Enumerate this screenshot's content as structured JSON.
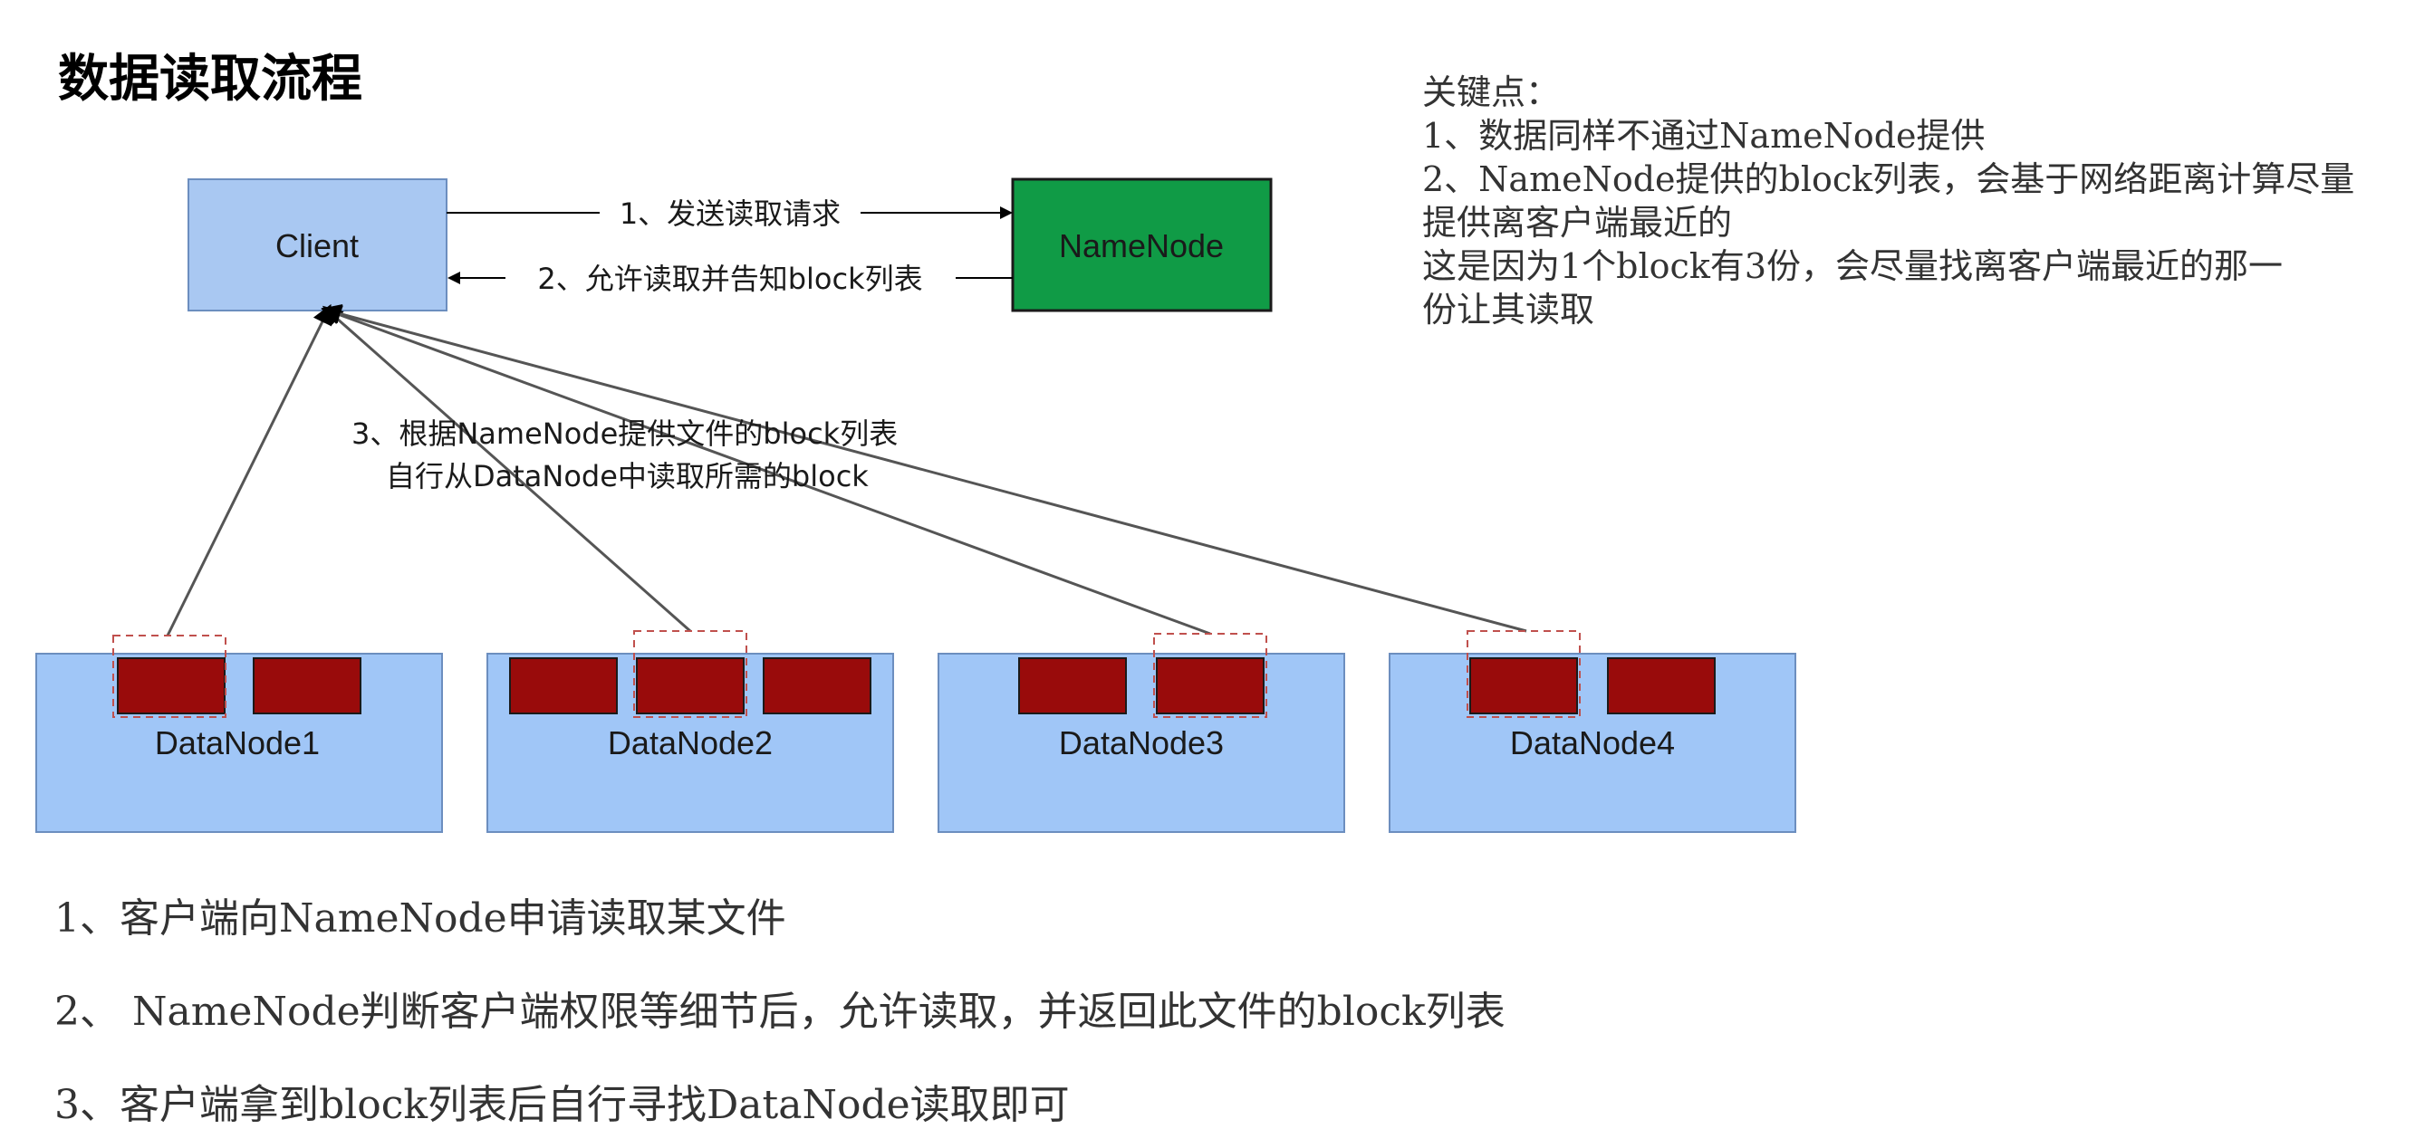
{
  "title": "数据读取流程",
  "nodes": {
    "client": "Client",
    "namenode": "NameNode",
    "datanodes": [
      "DataNode1",
      "DataNode2",
      "DataNode3",
      "DataNode4"
    ]
  },
  "edges": {
    "request": "1、发送读取请求",
    "response": "2、允许读取并告知block列表",
    "read_line1": "3、根据NameNode提供文件的block列表",
    "read_line2": "自行从DataNode中读取所需的block"
  },
  "notes": [
    "关键点：",
    "1、数据同样不通过NameNode提供",
    "2、NameNode提供的block列表，会基于网络距离计算尽量",
    "提供离客户端最近的",
    "这是因为1个block有3份，会尽量找离客户端最近的那一",
    "份让其读取"
  ],
  "steps": [
    "1、客户端向NameNode申请读取某文件",
    "2、 NameNode判断客户端权限等细节后，允许读取，并返回此文件的block列表",
    "3、客户端拿到block列表后自行寻找DataNode读取即可"
  ],
  "colors": {
    "client_fill": "#a9c8f2",
    "namenode_fill": "#109b46",
    "datanode_fill": "#a0c6f7",
    "block_fill": "#990b0b",
    "dashed_border": "#c0504d",
    "arrow": "#555555"
  }
}
